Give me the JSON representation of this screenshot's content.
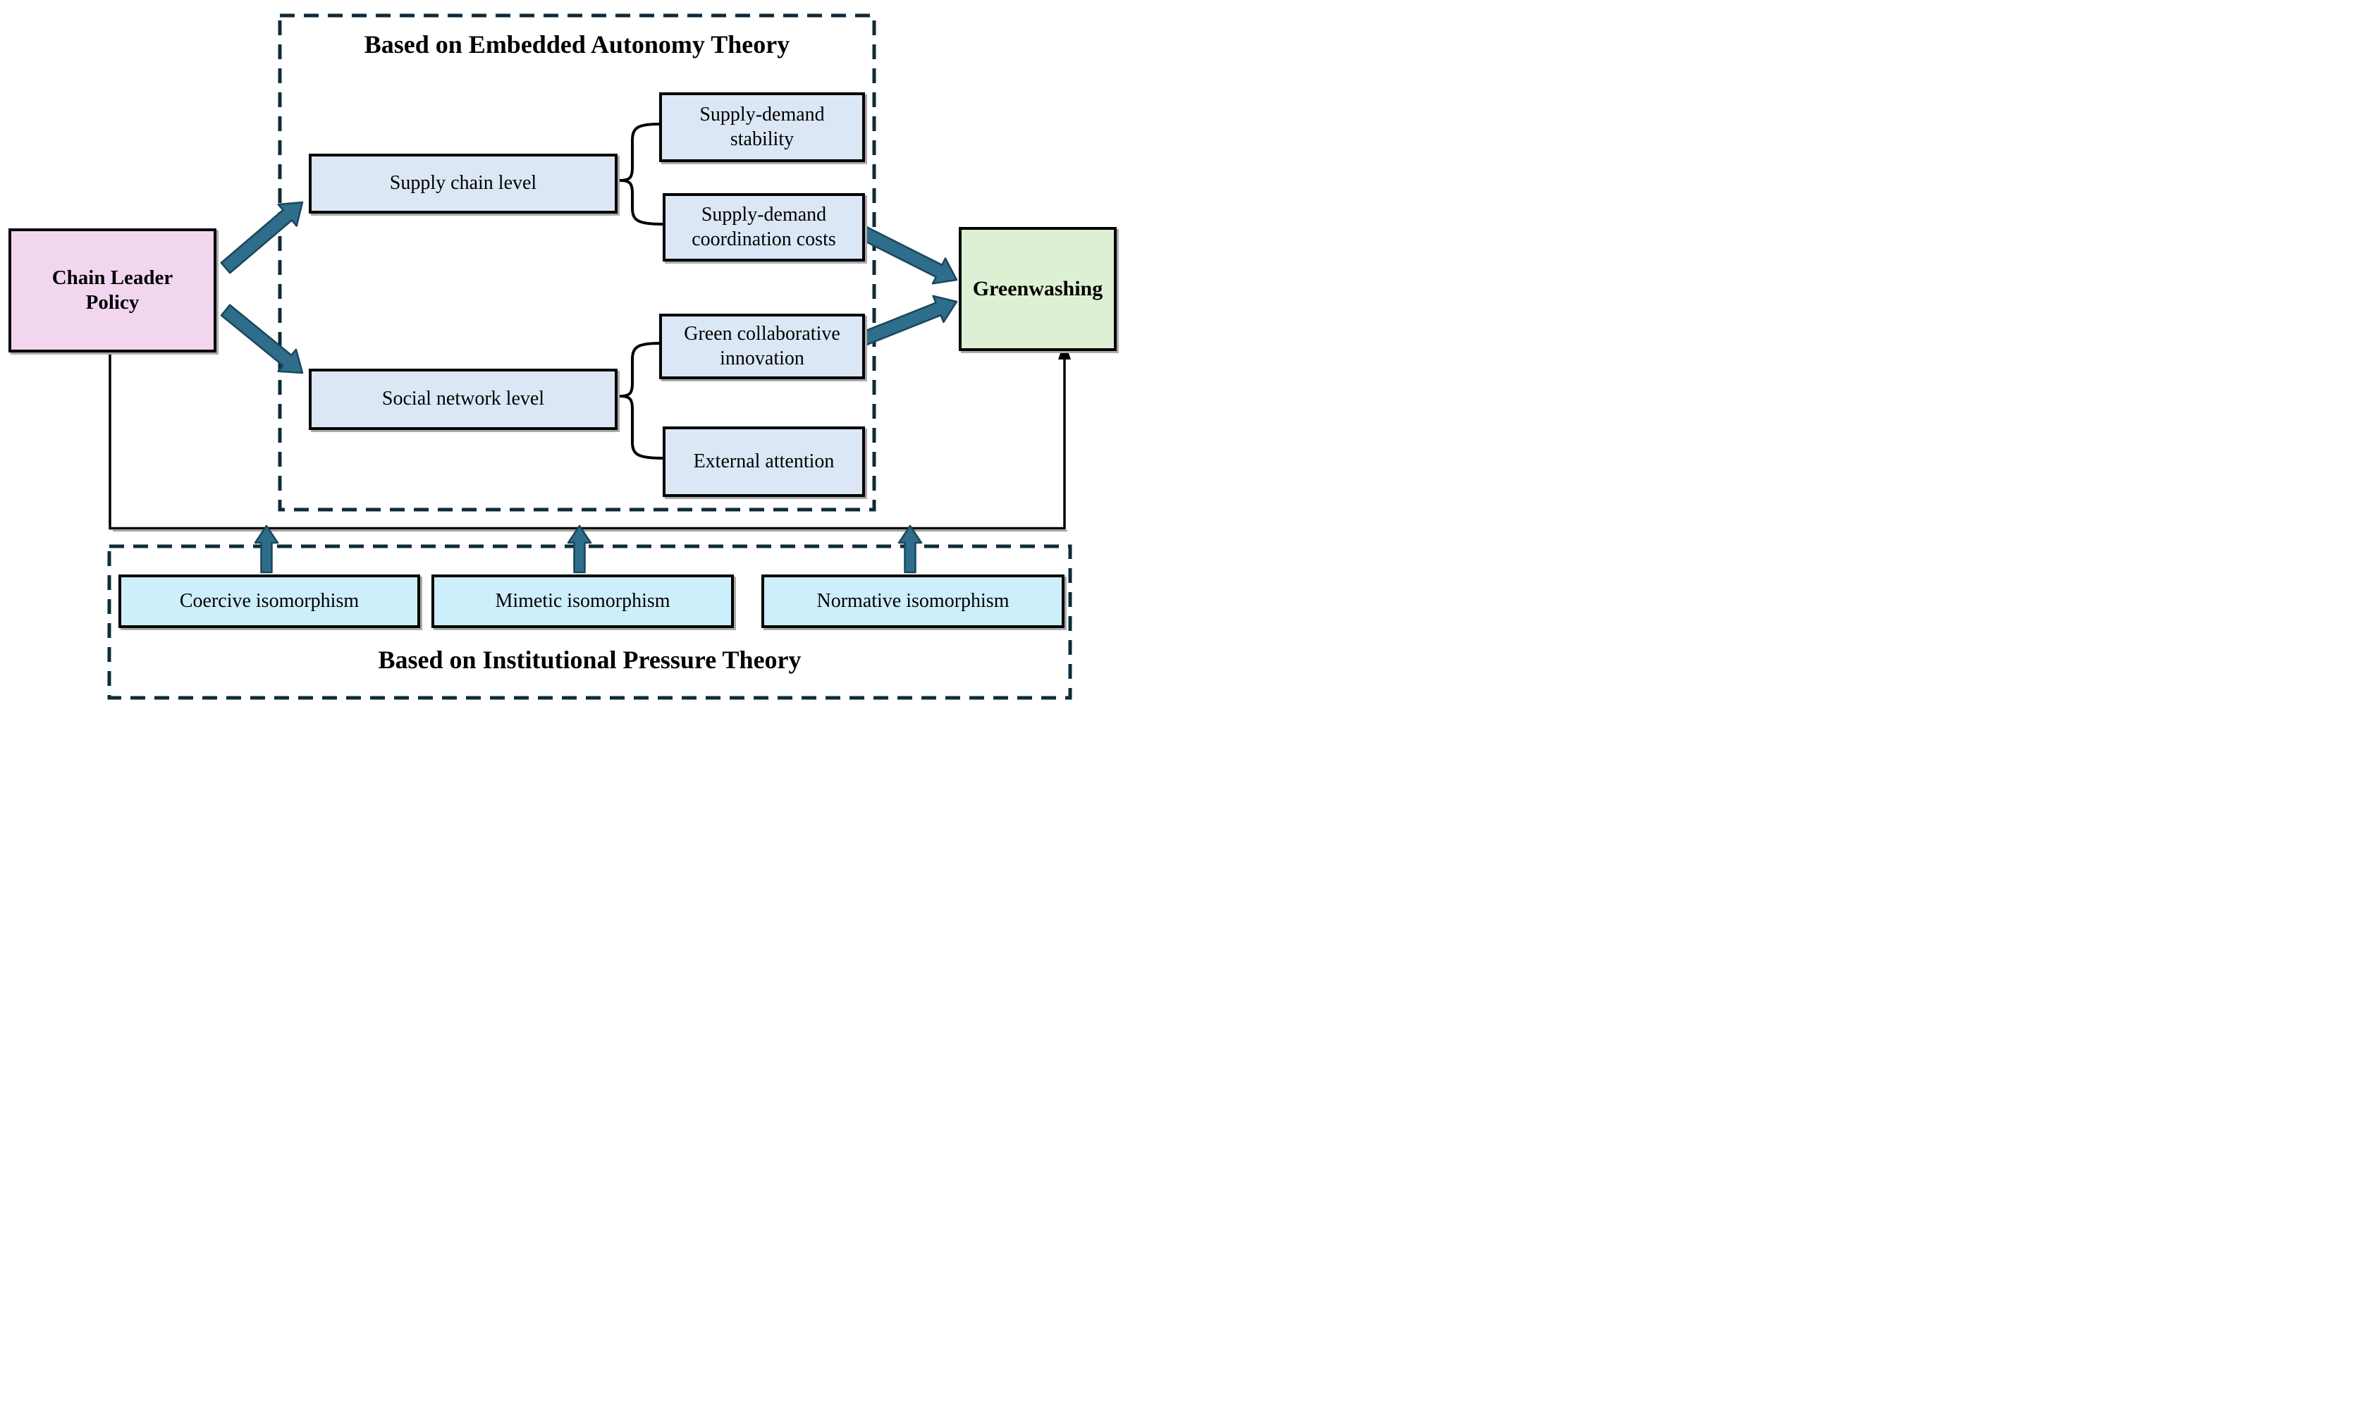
{
  "diagram": {
    "embedded_section": {
      "title": "Based on Embedded Autonomy Theory"
    },
    "institutional_section": {
      "title": "Based on Institutional Pressure Theory"
    },
    "nodes": {
      "chain_leader_policy": "Chain Leader\nPolicy",
      "greenwashing": "Greenwashing",
      "supply_chain_level": "Supply chain level",
      "supply_demand_stability": "Supply-demand\nstability",
      "supply_demand_coordination_costs": "Supply-demand\ncoordination costs",
      "social_network_level": "Social network level",
      "green_collaborative_innovation": "Green collaborative\ninnovation",
      "external_attention": "External attention",
      "coercive_isomorphism": "Coercive isomorphism",
      "mimetic_isomorphism": "Mimetic isomorphism",
      "normative_isomorphism": "Normative isomorphism"
    },
    "colors": {
      "policy_box": "#f2d6ee",
      "outcome_box": "#def0d3",
      "mechanism_box": "#dbe7f5",
      "isomorphism_box": "#cdeefb",
      "thick_arrow_fill": "#2e6d8c",
      "thick_arrow_stroke": "#1a4759",
      "dashed_border": "#0e2b39",
      "solid_border": "#000000"
    }
  }
}
